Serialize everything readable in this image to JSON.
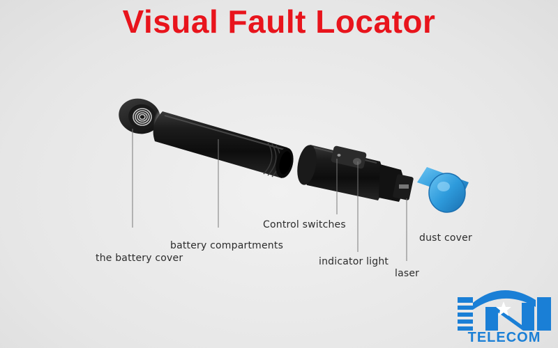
{
  "title": "Visual Fault Locator",
  "labels": {
    "battery_cover": "the battery cover",
    "battery_compartments": "battery compartments",
    "control_switches": "Control switches",
    "indicator_light": "indicator light",
    "laser": "laser",
    "dust_cover": "dust cover"
  },
  "logo": {
    "text": "TELECOM"
  },
  "colors": {
    "title": "#e8141c",
    "body_black": "#151515",
    "dust_cover_blue": "#2e9bdc",
    "logo_blue": "#1a7fd6",
    "leader_line": "#7a7a7a"
  }
}
